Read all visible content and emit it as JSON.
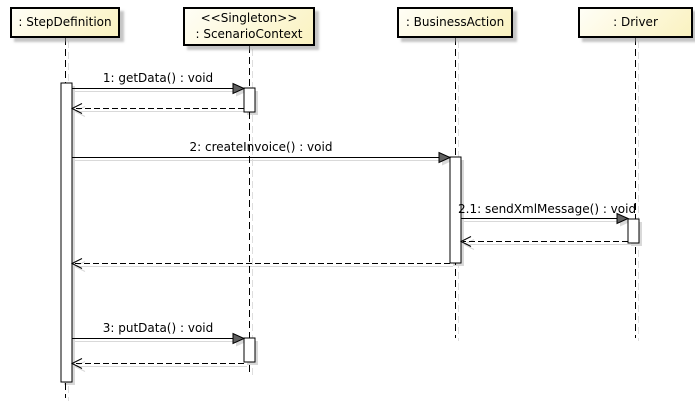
{
  "diagram": {
    "type": "uml-sequence-diagram",
    "background": "#ffffff",
    "colors": {
      "box_fill_top": "#fffef6",
      "box_fill_bottom": "#faf2c0",
      "box_border": "#000000",
      "line": "#000000",
      "shadow": "#d6d6d6",
      "arrowhead_fill": "#606060"
    },
    "lifelines": [
      {
        "id": "stepdefinition",
        "stereotype": "",
        "name": ": StepDefinition"
      },
      {
        "id": "scenariocontext",
        "stereotype": "<<Singleton>>",
        "name": ": ScenarioContext"
      },
      {
        "id": "businessaction",
        "stereotype": "",
        "name": ": BusinessAction"
      },
      {
        "id": "driver",
        "stereotype": "",
        "name": ": Driver"
      }
    ],
    "messages": [
      {
        "label": "1: getData() : void",
        "kind": "call",
        "from": ": StepDefinition",
        "to": ": ScenarioContext"
      },
      {
        "label": "",
        "kind": "return",
        "from": ": ScenarioContext",
        "to": ": StepDefinition"
      },
      {
        "label": "2: createInvoice() : void",
        "kind": "call",
        "from": ": StepDefinition",
        "to": ": BusinessAction"
      },
      {
        "label": "2.1: sendXmlMessage() : void",
        "kind": "call",
        "from": ": BusinessAction",
        "to": ": Driver"
      },
      {
        "label": "",
        "kind": "return",
        "from": ": Driver",
        "to": ": BusinessAction"
      },
      {
        "label": "",
        "kind": "return",
        "from": ": BusinessAction",
        "to": ": StepDefinition"
      },
      {
        "label": "3: putData() : void",
        "kind": "call",
        "from": ": StepDefinition",
        "to": ": ScenarioContext"
      },
      {
        "label": "",
        "kind": "return",
        "from": ": ScenarioContext",
        "to": ": StepDefinition"
      }
    ]
  }
}
